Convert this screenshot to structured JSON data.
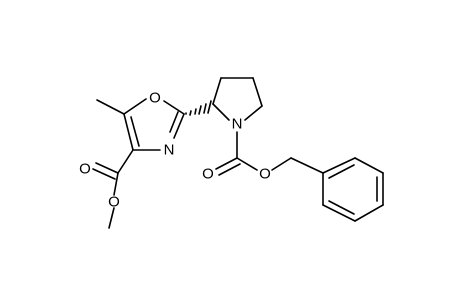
{
  "atoms": {
    "oxazole_O": {
      "symbol": "O"
    },
    "oxazole_N": {
      "symbol": "N"
    },
    "pyrrolidine_N": {
      "symbol": "N"
    },
    "ester_carbonyl_O": {
      "symbol": "O"
    },
    "ester_methoxy_O": {
      "symbol": "O"
    },
    "carbamate_carbonyl_O": {
      "symbol": "O"
    },
    "carbamate_ether_O": {
      "symbol": "O"
    }
  },
  "colors": {
    "bond": "#000000",
    "background": "#ffffff"
  }
}
